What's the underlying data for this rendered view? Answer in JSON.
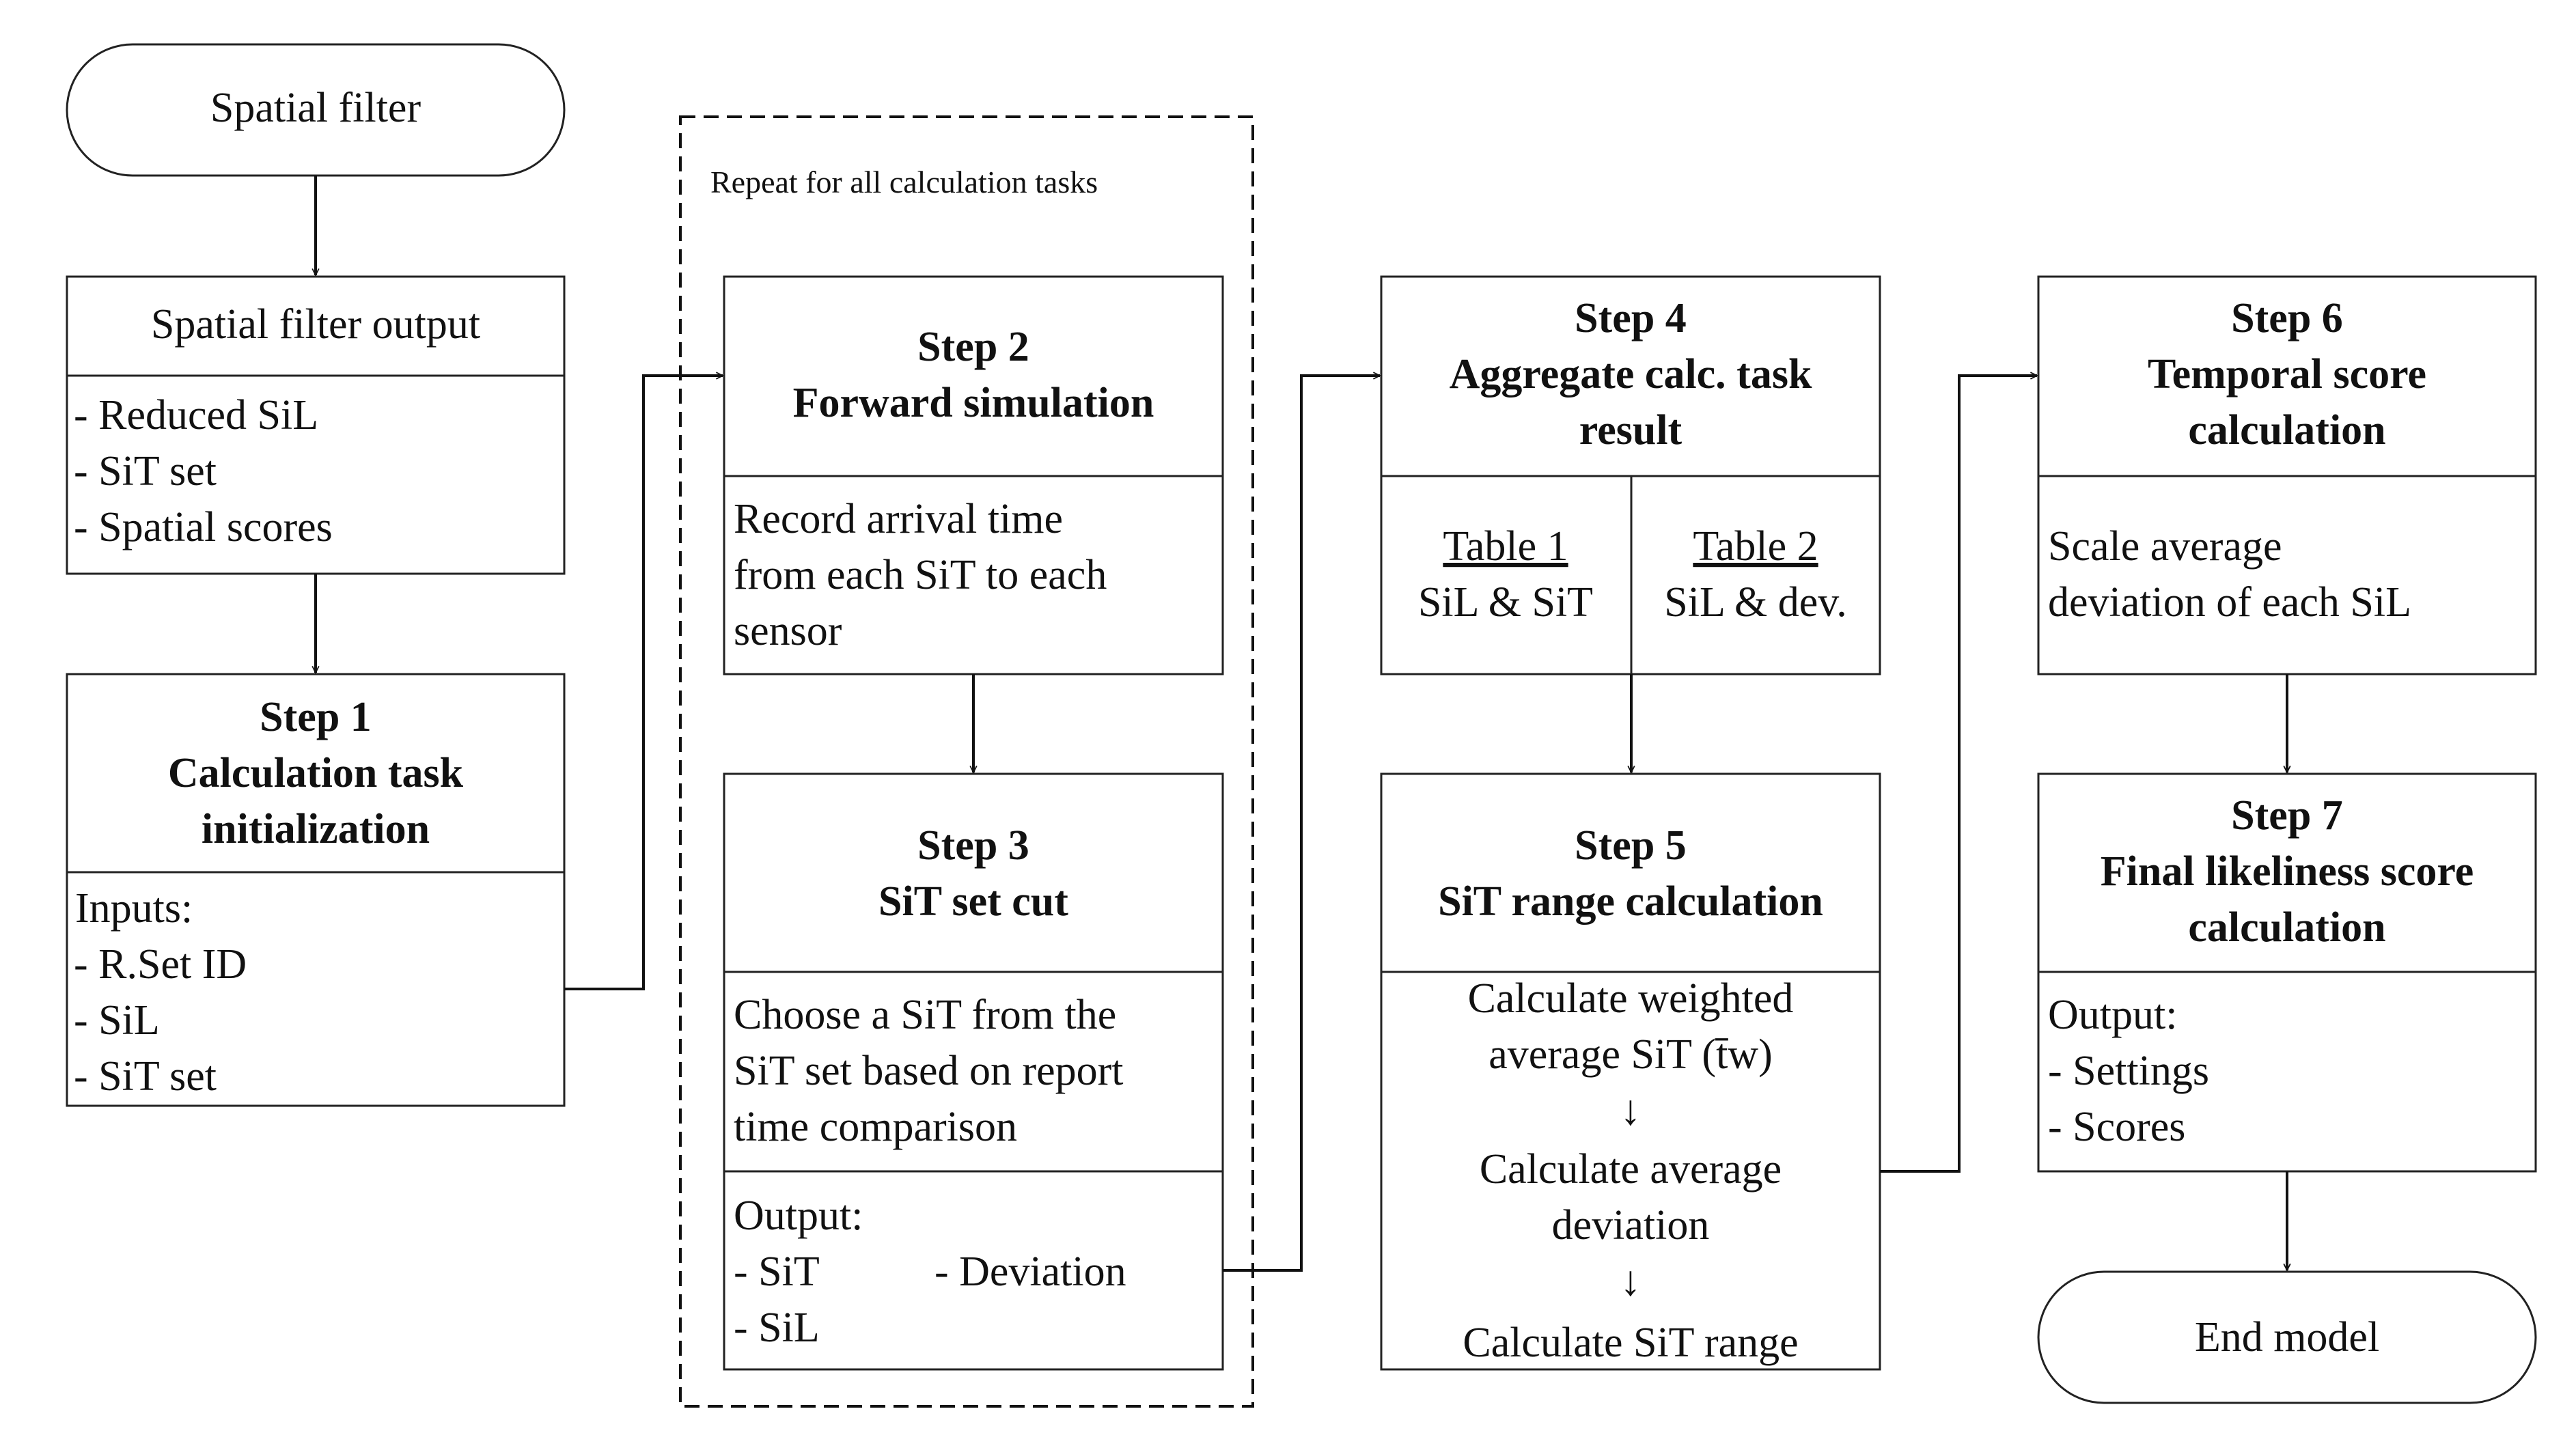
{
  "start": {
    "label": "Spatial filter"
  },
  "end": {
    "label": "End model"
  },
  "repeat_note": "Repeat for  all calculation tasks",
  "spatial_output": {
    "title": "Spatial filter output",
    "items": [
      "- Reduced SiL",
      "- SiT set",
      "- Spatial scores"
    ]
  },
  "step1": {
    "title": [
      "Step 1",
      "Calculation task",
      "initialization"
    ],
    "body": [
      "Inputs:",
      "- R.Set ID",
      "- SiL",
      "- SiT set"
    ]
  },
  "step2": {
    "title": [
      "Step 2",
      "Forward simulation"
    ],
    "body": [
      "Record arrival time",
      "from each SiT to each",
      "sensor"
    ]
  },
  "step3": {
    "title": [
      "Step 3",
      "SiT set cut"
    ],
    "body": [
      "Choose a SiT from the",
      "SiT set based on report",
      "time comparison"
    ],
    "output_label": "Output:",
    "output_left": [
      "- SiT",
      "- SiL"
    ],
    "output_right": "- Deviation"
  },
  "step4": {
    "title": [
      "Step 4",
      "Aggregate calc. task",
      "result"
    ],
    "table1": {
      "title": "Table 1",
      "text": "SiL & SiT"
    },
    "table2": {
      "title": "Table 2",
      "text": "SiL & dev."
    }
  },
  "step5": {
    "title": [
      "Step 5",
      "SiT range calculation"
    ],
    "body": [
      "Calculate weighted",
      "average SiT (t̄w)",
      "↓",
      "Calculate average",
      "deviation",
      "↓",
      "Calculate SiT range"
    ]
  },
  "step6": {
    "title": [
      "Step 6",
      "Temporal score",
      "calculation"
    ],
    "body": [
      "Scale average",
      "deviation of each SiL"
    ]
  },
  "step7": {
    "title": [
      "Step 7",
      "Final likeliness score",
      "calculation"
    ],
    "body": [
      "Output:",
      "- Settings",
      "- Scores"
    ]
  }
}
